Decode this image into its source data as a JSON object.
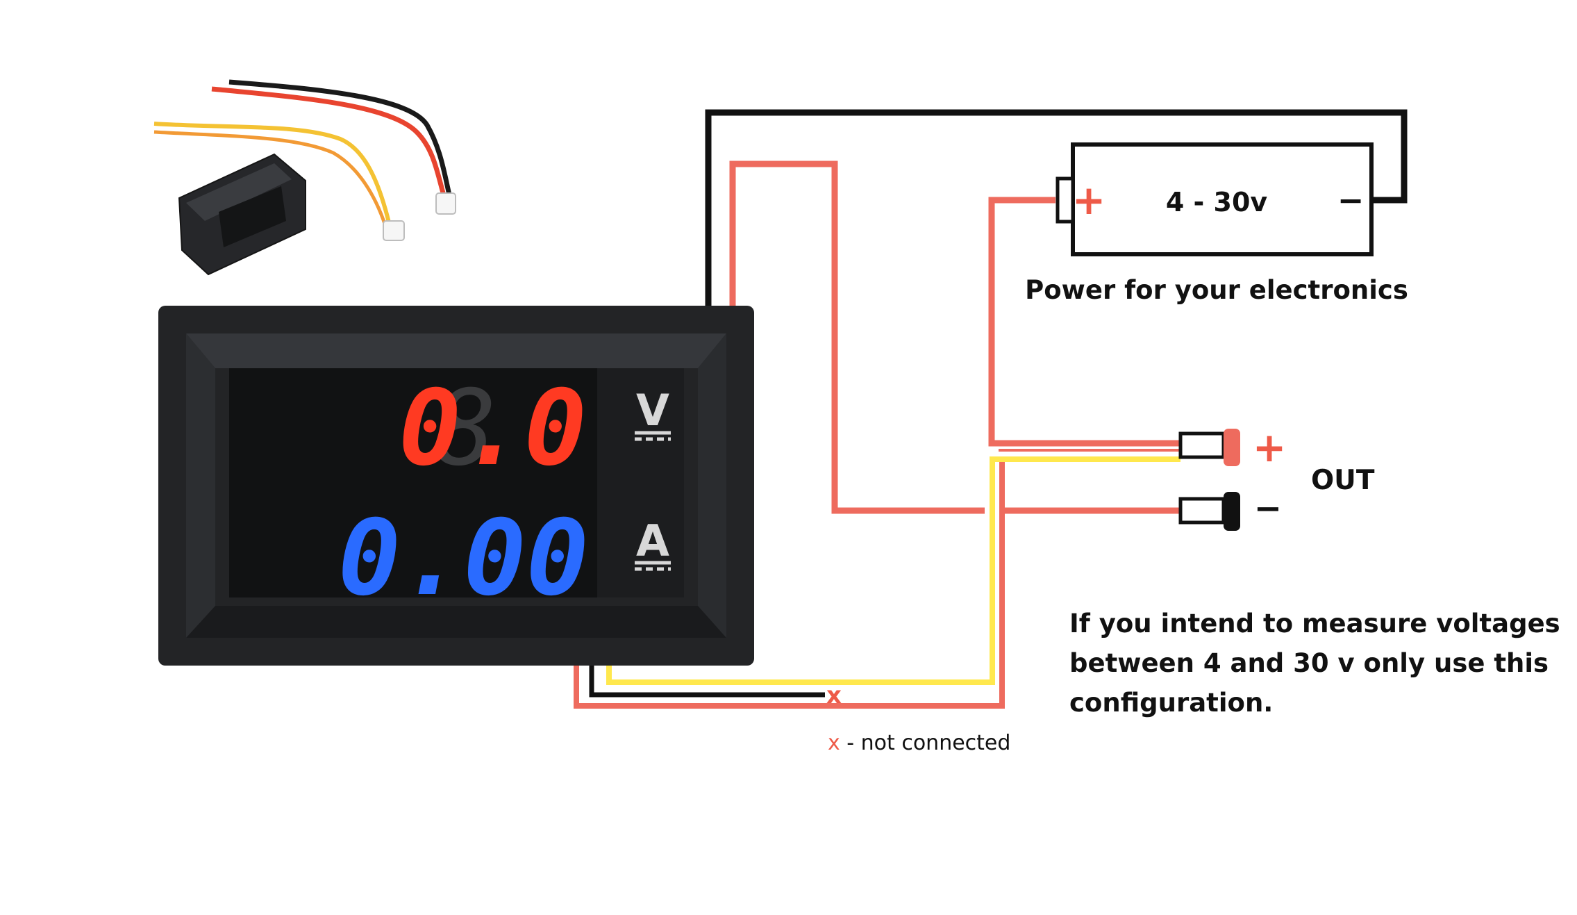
{
  "battery": {
    "label": "4 - 30v",
    "plus": "+",
    "minus": "−",
    "caption": "Power for your electronics"
  },
  "output": {
    "plus": "+",
    "minus": "−",
    "label": "OUT"
  },
  "meter": {
    "voltage_reading": "0.0",
    "current_reading": "0.00",
    "voltage_unit": "V",
    "current_unit": "A"
  },
  "legend": {
    "marker": "x",
    "text": " - not connected"
  },
  "note": {
    "lines": [
      "If you intend to measure voltages",
      "between 4 and 30 v only use this",
      "configuration."
    ]
  },
  "colors": {
    "red_wire": "#ee6b5e",
    "black_wire": "#111111",
    "yellow_wire": "#ffe84d",
    "voltage_digits": "#ff3a22",
    "current_digits": "#2a6bff",
    "meter_body": "#232426"
  }
}
